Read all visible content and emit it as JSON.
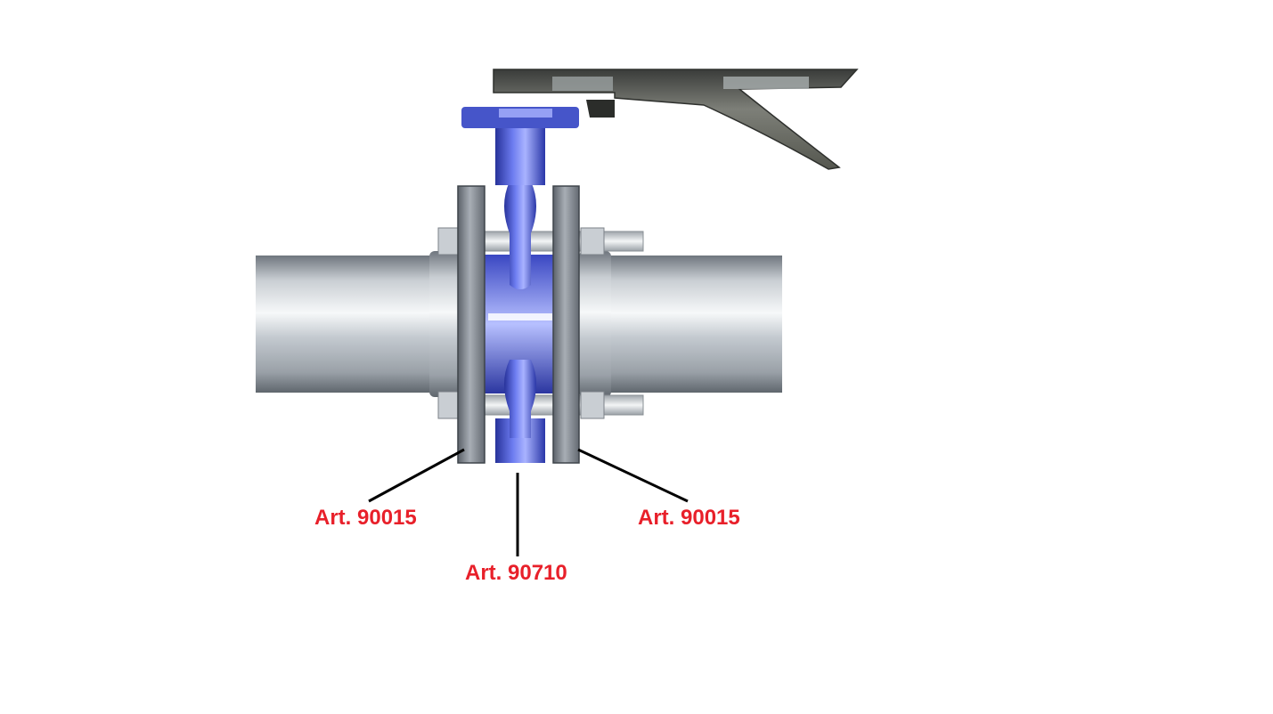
{
  "labels": {
    "left_flange": "Art. 90015",
    "valve_body": "Art. 90710",
    "right_flange": "Art. 90015"
  },
  "colors": {
    "label_red": "#e8202a",
    "leader_line": "#000000",
    "pipe_steel": "#b9bec4",
    "valve_blue": "#3b4fd0",
    "flange_grey": "#7f8790",
    "handle_dark": "#5a5c58"
  }
}
